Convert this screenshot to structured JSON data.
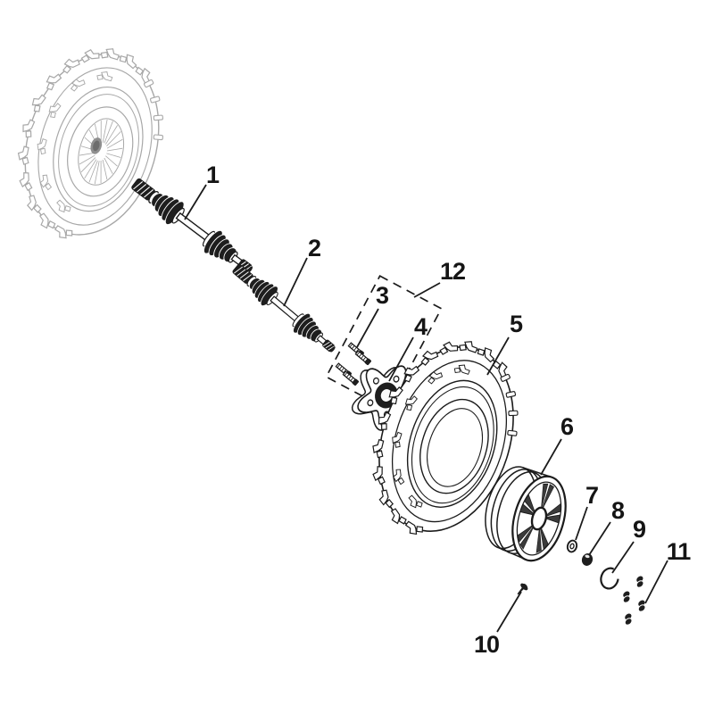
{
  "diagram_labels": {
    "part_1": "1",
    "part_2": "2",
    "part_3": "3",
    "part_4": "4",
    "part_5": "5",
    "part_6": "6",
    "part_7": "7",
    "part_8": "8",
    "part_9": "9",
    "part_10": "10",
    "part_11": "11",
    "part_12": "12"
  },
  "palette": {
    "background": "#ffffff",
    "ink": "#1b1b1b",
    "ghost_gray": "#a8a8a8",
    "boot_fill": "#1e1e1e",
    "spoke_fill": "#3b3b3b"
  }
}
